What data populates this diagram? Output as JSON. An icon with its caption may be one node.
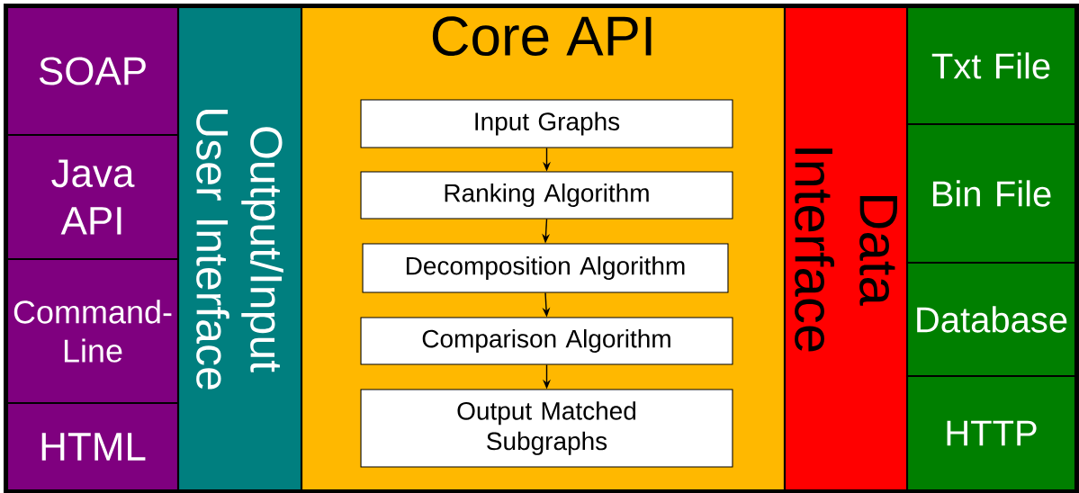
{
  "diagram": {
    "nodes": [
      {
        "text": [
          "SOAP"
        ]
      },
      {
        "text": [
          "Java API"
        ]
      },
      {
        "text": [
          "Command-Line"
        ]
      },
      {
        "text": [
          "HTML"
        ]
      },
      {
        "text": [
          "Output/Input User Interface"
        ]
      },
      {
        "text": [
          "Core API"
        ]
      },
      {
        "text": [
          "Input Graphs"
        ],
        "in": 5
      },
      {
        "text": [
          "Ranking Algorithm"
        ],
        "in": 5
      },
      {
        "text": [
          "Decomposition Algorithm"
        ],
        "in": 5
      },
      {
        "text": [
          "Comparison Algorithm"
        ],
        "in": 5
      },
      {
        "text": [
          "Output Matched Subgraphs"
        ],
        "in": 5
      },
      {
        "text": [
          "Data Interface"
        ]
      },
      {
        "text": [
          "Txt File"
        ]
      },
      {
        "text": [
          "Bin File"
        ]
      },
      {
        "text": [
          "Database"
        ]
      },
      {
        "text": [
          "HTTP"
        ]
      }
    ],
    "edges": [
      {
        "from": 6,
        "to": 7,
        "arrow": "to"
      },
      {
        "from": 7,
        "to": 8,
        "arrow": "to"
      },
      {
        "from": 8,
        "to": 9,
        "arrow": "to"
      },
      {
        "from": 9,
        "to": 10,
        "arrow": "to"
      }
    ]
  }
}
